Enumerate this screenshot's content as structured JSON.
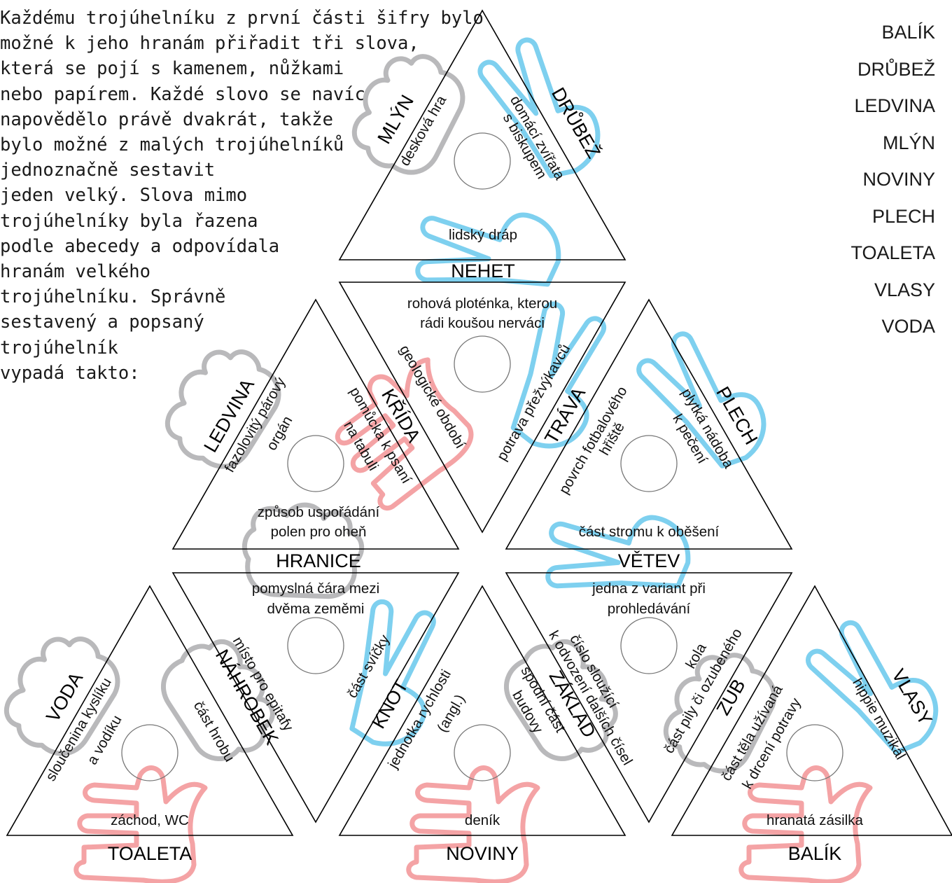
{
  "intro": {
    "lines": [
      "Každému trojúhelníku z první části šifry bylo",
      "možné k jeho hranám přiřadit tři slova,",
      "která se pojí s kamenem, nůžkami",
      "nebo papírem. Každé slovo se navíc",
      "napovědělo právě dvakrát, takže",
      "bylo možné z malých trojúhelníků",
      "jednoznačně sestavit",
      "jeden velký. Slova mimo",
      "trojúhelníky byla řazena",
      "podle abecedy a odpovídala",
      "hranám velkého",
      "trojúhelníku. Správně",
      "sestavený a popsaný",
      "trojúhelník",
      "vypadá takto:"
    ]
  },
  "word_list": [
    "BALÍK",
    "DRŮBEŽ",
    "LEDVINA",
    "MLÝN",
    "NOVINY",
    "PLECH",
    "TOALETA",
    "VLASY",
    "VODA"
  ],
  "labels": {
    "mlyn_word": "MLÝN",
    "mlyn_clue": "desková hra",
    "drubez_word": "DRŮBEŽ",
    "drubez_clue_1": "domácí zvířata",
    "drubez_clue_2": "s biskupem",
    "nehet_clue": "lidský dráp",
    "nehet_word": "NEHET",
    "nehet_clue_2a": "rohová ploténka, kterou",
    "nehet_clue_2b": "rádi koušou nerváci",
    "kreda_word": "KŘÍDA",
    "kreda_clue_geo": "geologické období",
    "kreda_clue_1": "pomůcka k psaní",
    "kreda_clue_2": "na tabuli",
    "trava_word": "TRÁVA",
    "trava_clue_potrava": "potrava přežvýkavců",
    "trava_clue_1": "povrch fotbalového",
    "trava_clue_2": "hřiště",
    "ledvina_word": "LEDVINA",
    "ledvina_clue_1": "fazolovitý párový",
    "ledvina_clue_2": "orgán",
    "plech_word": "PLECH",
    "plech_clue_1": "plytká nádoba",
    "plech_clue_2": "k pečení",
    "hranice_clue_1": "způsob uspořádání",
    "hranice_clue_2": "polen pro oheň",
    "hranice_word": "HRANICE",
    "hranice_clue_3": "pomyslná čára mezi",
    "hranice_clue_4": "dvěma zeměmi",
    "vetev_clue": "část stromu k oběšení",
    "vetev_word": "VĚTEV",
    "vetev_clue_2": "jedna z variant při",
    "vetev_clue_3": "prohledávání",
    "voda_word": "VODA",
    "voda_clue_1": "sloučenina kyslíku",
    "voda_clue_2": "a vodíku",
    "nahrobek_word": "NÁHROBEK",
    "nahrobek_clue_1": "místo pro epitafy",
    "nahrobek_clue_2": "část hrobu",
    "knot_word": "KNOT",
    "knot_clue": "část svíčky",
    "knot_clue_2": "jednotka rychlosti",
    "knot_clue_3": "(angl.)",
    "zaklad_word": "ZÁKLAD",
    "zaklad_clue_1": "spodní část",
    "zaklad_clue_2": "budovy",
    "zaklad_clue_3": "číslo sloužící",
    "zaklad_clue_4": "k odvození dalších čísel",
    "zub_word": "ZUB",
    "zub_clue_1": "část pily či ozubeného",
    "zub_clue_2": "kola",
    "zub_clue_3": "část těla užívaná",
    "zub_clue_4": "k drcení potravy",
    "vlasy_word": "VLASY",
    "vlasy_clue": "hippie muzikál",
    "toaleta_clue": "záchod, WC",
    "toaleta_word": "TOALETA",
    "noviny_clue": "deník",
    "noviny_word": "NOVINY",
    "balik_clue": "hranatá zásilka",
    "balik_word": "BALÍK"
  },
  "hand_colors": {
    "rock": "#b9b9bb",
    "scissors": "#7ed0ef",
    "paper": "#f4a3a5"
  }
}
